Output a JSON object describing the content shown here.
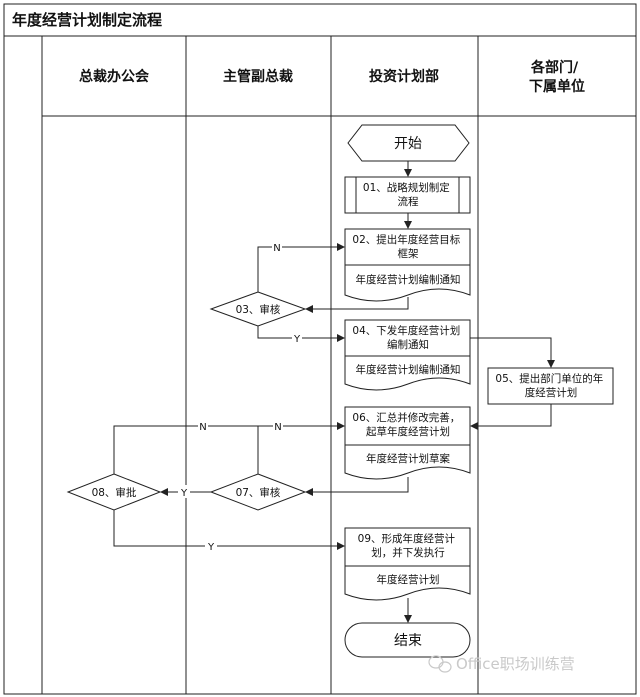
{
  "title": "年度经营计划制定流程",
  "lanes": [
    {
      "label": [
        "总裁办公会"
      ]
    },
    {
      "label": [
        "主管副总裁"
      ]
    },
    {
      "label": [
        "投资计划部"
      ]
    },
    {
      "label": [
        "各部门/",
        "下属单位"
      ]
    }
  ],
  "nodes": {
    "start": "开始",
    "n01": [
      "01、战略规划制定",
      "流程"
    ],
    "n02": [
      "02、提出年度经营目标",
      "框架"
    ],
    "doc02": "年度经营计划编制通知",
    "d03": "03、审核",
    "n04": [
      "04、下发年度经营计划",
      "编制通知"
    ],
    "doc04": "年度经营计划编制通知",
    "n05": [
      "05、提出部门单位的年",
      "度经营计划"
    ],
    "n06": [
      "06、汇总并修改完善，",
      "起草年度经营计划"
    ],
    "doc06": "年度经营计划草案",
    "d07": "07、审核",
    "d08": "08、审批",
    "n09": [
      "09、形成年度经营计",
      "划，并下发执行"
    ],
    "doc09": "年度经营计划",
    "end": "结束"
  },
  "edge_labels": {
    "no": "N",
    "yes": "Y"
  },
  "watermark": "Office职场训练营"
}
